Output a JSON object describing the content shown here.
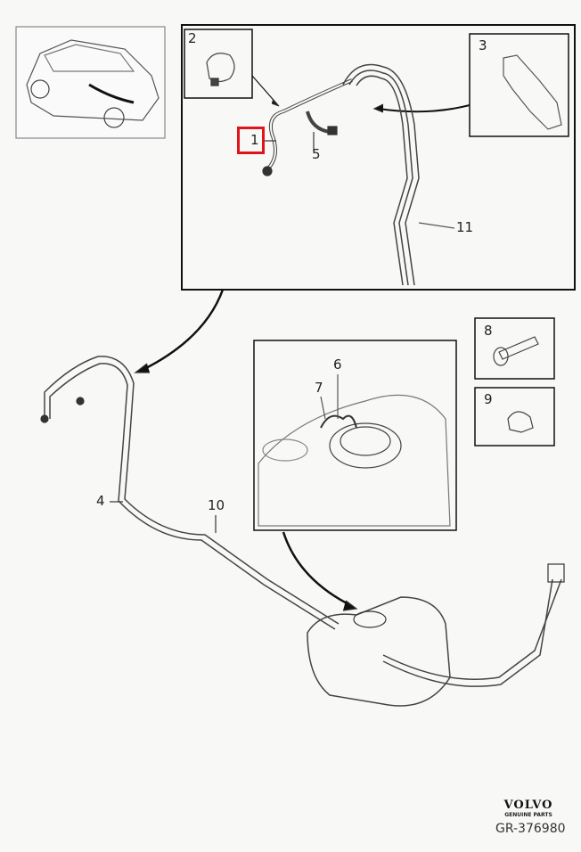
{
  "callouts": [
    {
      "id": "1",
      "label": "1",
      "highlighted": true
    },
    {
      "id": "2",
      "label": "2"
    },
    {
      "id": "3",
      "label": "3"
    },
    {
      "id": "4",
      "label": "4"
    },
    {
      "id": "5",
      "label": "5"
    },
    {
      "id": "6",
      "label": "6"
    },
    {
      "id": "7",
      "label": "7"
    },
    {
      "id": "8",
      "label": "8"
    },
    {
      "id": "9",
      "label": "9"
    },
    {
      "id": "10",
      "label": "10"
    },
    {
      "id": "11",
      "label": "11"
    }
  ],
  "highlight_color": "#e0141c",
  "brand": {
    "logo": "VOLVO",
    "tagline": "GENUINE PARTS"
  },
  "diagram_id": "GR-376980"
}
